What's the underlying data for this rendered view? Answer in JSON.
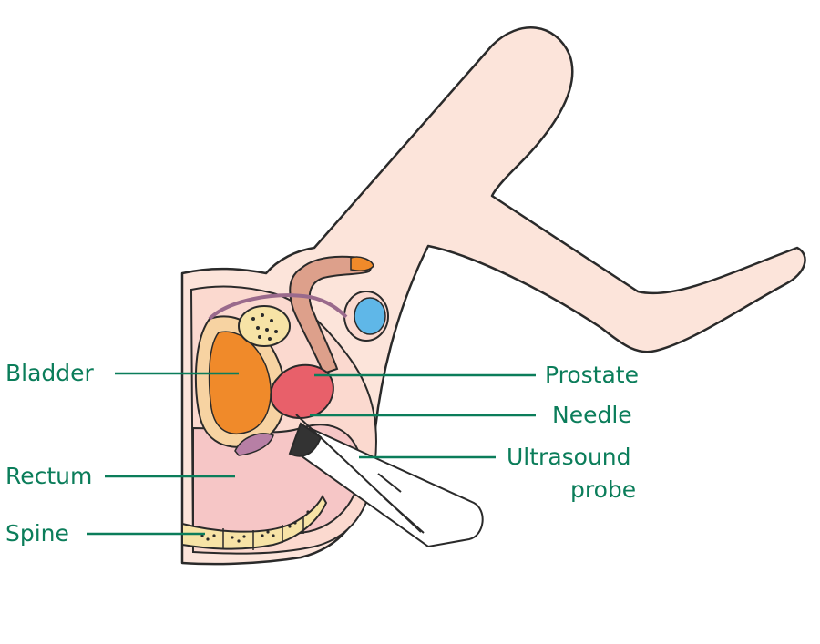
{
  "colors": {
    "label": "#0b7d5a",
    "leader": "#0b7d5a",
    "skin": "#fce4da",
    "outline": "#2a2a2a",
    "bladder": "#f08a2a",
    "bladder_wall": "#f7d3a2",
    "prostate": "#e8606a",
    "rectum": "#f6c6c6",
    "bone": "#f7e3a6",
    "testis": "#5fb7e8",
    "urethra": "#dda08b"
  },
  "labels": {
    "bladder": "Bladder",
    "rectum": "Rectum",
    "spine": "Spine",
    "prostate": "Prostate",
    "needle": "Needle",
    "ultrasound_line1": "Ultrasound",
    "ultrasound_line2": "probe"
  }
}
